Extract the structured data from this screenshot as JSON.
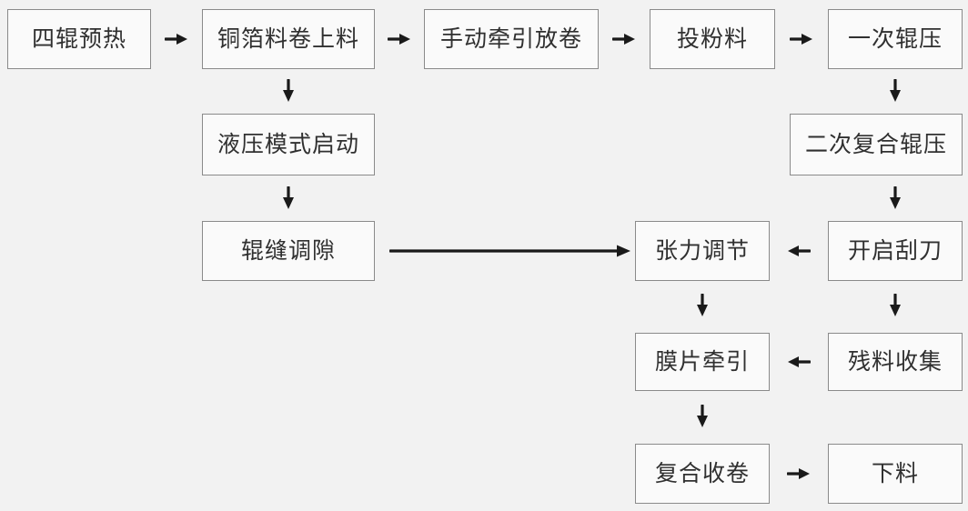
{
  "diagram_type": "flowchart",
  "colors": {
    "page_bg": "#f2f2f2",
    "box_fill": "#fafafa",
    "box_border": "#8a8a8a",
    "text_color": "#303030",
    "arrow_color": "#1a1a1a"
  },
  "nodes": {
    "preheat_four_rolls": {
      "label": "四辊预热"
    },
    "copper_foil_roll_loading": {
      "label": "铜箔料卷上料"
    },
    "manual_traction_unwinding": {
      "label": "手动牵引放卷"
    },
    "powder_feeding": {
      "label": "投粉料"
    },
    "primary_rolling": {
      "label": "一次辊压"
    },
    "hydraulic_mode_start": {
      "label": "液压模式启动"
    },
    "secondary_composite_rolling": {
      "label": "二次复合辊压"
    },
    "roll_gap_adjustment": {
      "label": "辊缝调隙"
    },
    "tension_adjustment": {
      "label": "张力调节"
    },
    "scraper_on": {
      "label": "开启刮刀"
    },
    "film_traction": {
      "label": "膜片牵引"
    },
    "residue_collection": {
      "label": "残料收集"
    },
    "composite_winding": {
      "label": "复合收卷"
    },
    "unloading": {
      "label": "下料"
    }
  },
  "edges": [
    {
      "from": "preheat_four_rolls",
      "to": "copper_foil_roll_loading",
      "direction": "right"
    },
    {
      "from": "copper_foil_roll_loading",
      "to": "manual_traction_unwinding",
      "direction": "right"
    },
    {
      "from": "manual_traction_unwinding",
      "to": "powder_feeding",
      "direction": "right"
    },
    {
      "from": "powder_feeding",
      "to": "primary_rolling",
      "direction": "right"
    },
    {
      "from": "copper_foil_roll_loading",
      "to": "hydraulic_mode_start",
      "direction": "down"
    },
    {
      "from": "hydraulic_mode_start",
      "to": "roll_gap_adjustment",
      "direction": "down"
    },
    {
      "from": "roll_gap_adjustment",
      "to": "tension_adjustment",
      "direction": "right-long"
    },
    {
      "from": "primary_rolling",
      "to": "secondary_composite_rolling",
      "direction": "down"
    },
    {
      "from": "secondary_composite_rolling",
      "to": "scraper_on",
      "direction": "down"
    },
    {
      "from": "scraper_on",
      "to": "tension_adjustment",
      "direction": "left"
    },
    {
      "from": "tension_adjustment",
      "to": "film_traction",
      "direction": "down"
    },
    {
      "from": "scraper_on",
      "to": "residue_collection",
      "direction": "down"
    },
    {
      "from": "residue_collection",
      "to": "film_traction",
      "direction": "left"
    },
    {
      "from": "film_traction",
      "to": "composite_winding",
      "direction": "down"
    },
    {
      "from": "composite_winding",
      "to": "unloading",
      "direction": "right"
    }
  ]
}
